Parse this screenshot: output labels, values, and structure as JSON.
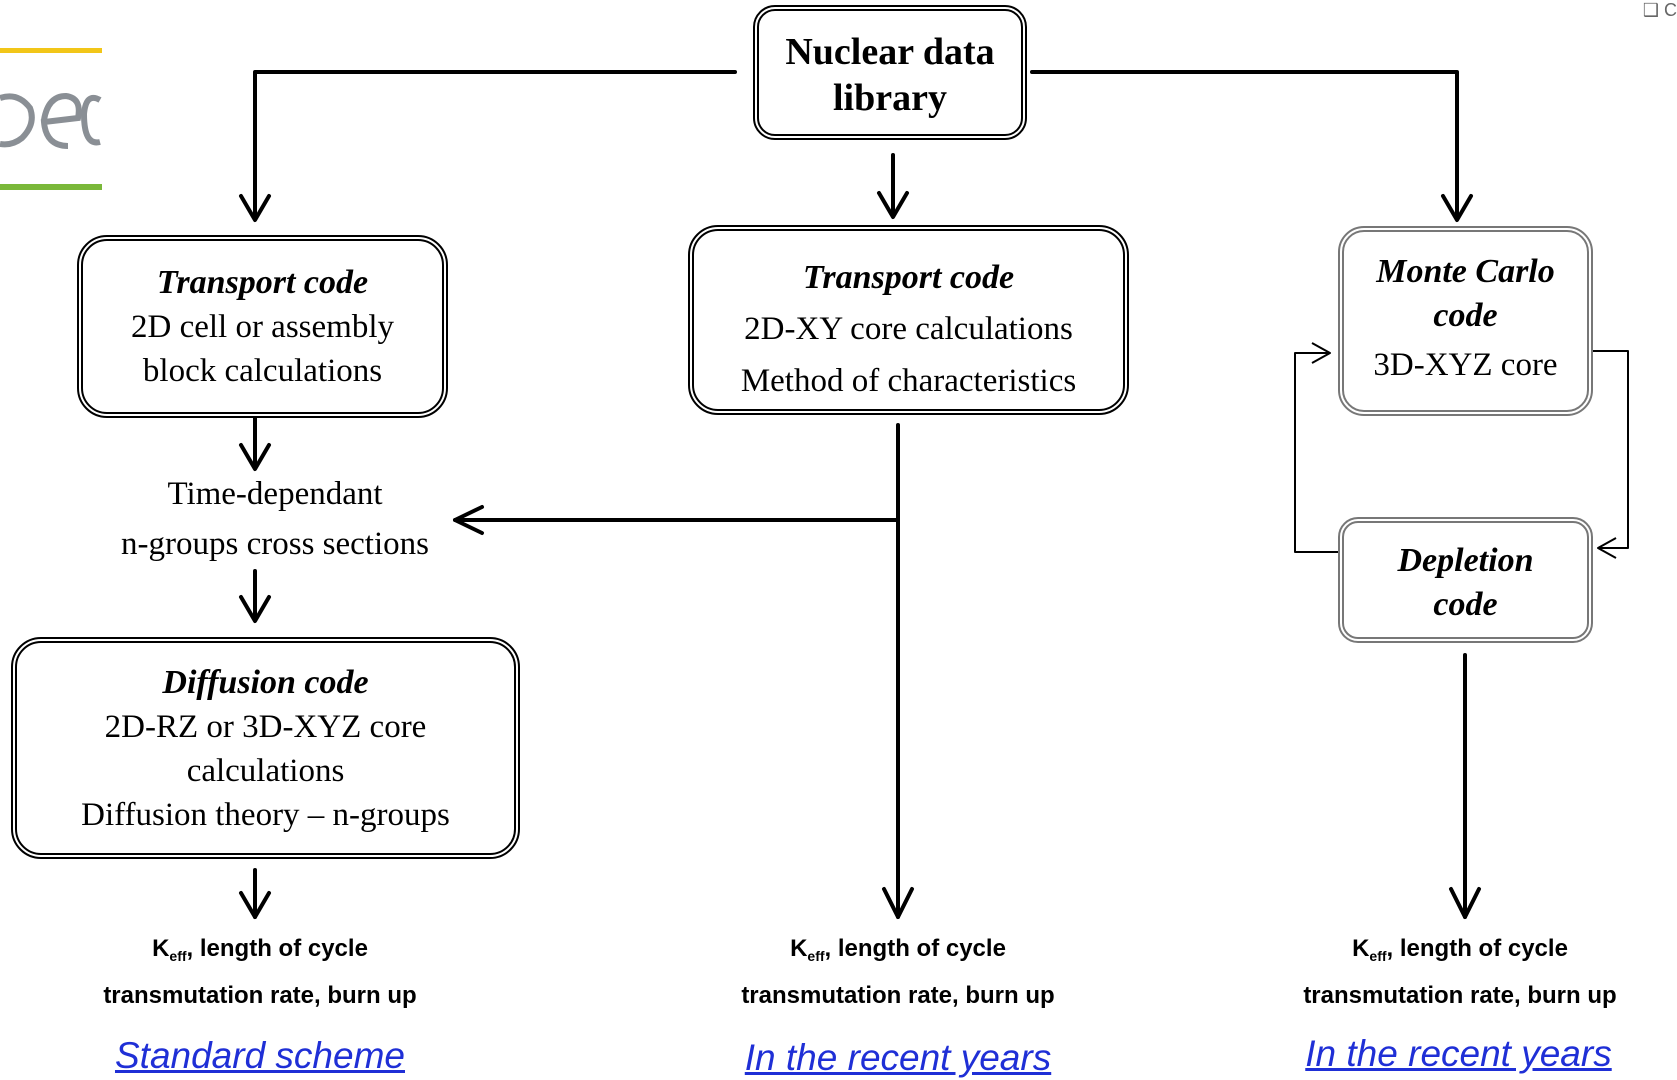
{
  "logo": {
    "text": "cea",
    "bar_top_color": "#f2c618",
    "bar_bottom_color": "#7ab83a",
    "letter_color": "#8a8f95"
  },
  "corner_mark": "❑ C",
  "library_box": {
    "title_line1": "Nuclear data",
    "title_line2": "library"
  },
  "left_box": {
    "title": "Transport code",
    "line1": "2D cell or assembly",
    "line2": "block calculations"
  },
  "middle_box": {
    "title": "Transport code",
    "line1": "2D-XY core calculations",
    "line2": "Method of characteristics"
  },
  "right_box": {
    "title_line1": "Monte Carlo",
    "title_line2": "code",
    "line1": "3D-XYZ core"
  },
  "depletion_box": {
    "title_line1": "Depletion",
    "title_line2": "code"
  },
  "cross_sections": {
    "line1": "Time-dependant",
    "line2": "n-groups cross sections"
  },
  "diffusion_box": {
    "title": "Diffusion code",
    "line1": "2D-RZ or 3D-XYZ core",
    "line2": "calculations",
    "line3": "Diffusion theory – n-groups"
  },
  "results": {
    "k_symbol": "K",
    "k_sub": "eff",
    "line1_rest": ", length of cycle",
    "line2": "transmutation rate, burn up"
  },
  "captions": {
    "left": "Standard scheme",
    "middle": "In the recent years",
    "right": "In the recent years"
  },
  "colors": {
    "caption": "#1f2fd6",
    "gray_border": "#777777",
    "line": "#000000"
  }
}
